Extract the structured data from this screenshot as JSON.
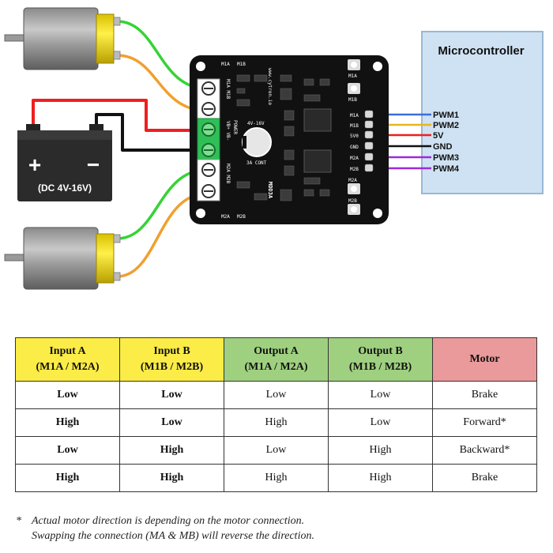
{
  "diagram": {
    "microcontroller": {
      "title": "Microcontroller",
      "pins": [
        "PWM1",
        "PWM2",
        "5V",
        "GND",
        "PWM3",
        "PWM4"
      ]
    },
    "battery": {
      "plus": "+",
      "minus": "−",
      "label": "(DC 4V-16V)"
    },
    "board": {
      "top_labels": [
        "M1A",
        "M1B"
      ],
      "bottom_labels": [
        "M2A",
        "M2B"
      ],
      "header_pins": [
        "M1A",
        "M1B",
        "5V0",
        "GND",
        "M2A",
        "M2B"
      ],
      "button_labels": [
        "M1A",
        "M1B",
        "M2A",
        "M2B"
      ],
      "terminal_top": "M1A M1B",
      "terminal_power": "VB+ VB-",
      "terminal_bottom": "M2A M2B",
      "power_text": "POWER",
      "voltage_text": "4V-16V",
      "current_text": "3A CONT",
      "brand_text": "www.cytron.io",
      "model_text": "MDD3A"
    },
    "colors": {
      "board": "#111111",
      "terminal_block": "#2fbf57",
      "microcontroller_fill": "#cfe2f3",
      "wire_green": "#35d335",
      "wire_orange": "#f0a030",
      "wire_red": "#ee1f1f",
      "wire_black": "#111111",
      "wire_blue": "#3a6fd8",
      "wire_yellow": "#e8b41d",
      "wire_purple": "#9b2bd8"
    }
  },
  "table": {
    "headers": [
      {
        "line1": "Input A",
        "line2": "(M1A / M2A)",
        "color": "#fbec47"
      },
      {
        "line1": "Input B",
        "line2": "(M1B / M2B)",
        "color": "#fbec47"
      },
      {
        "line1": "Output A",
        "line2": "(M1A / M2A)",
        "color": "#9fd07f"
      },
      {
        "line1": "Output B",
        "line2": "(M1B / M2B)",
        "color": "#9fd07f"
      },
      {
        "line1": "Motor",
        "line2": "",
        "color": "#ea9a9a"
      }
    ],
    "rows": [
      [
        "Low",
        "Low",
        "Low",
        "Low",
        "Brake"
      ],
      [
        "High",
        "Low",
        "High",
        "Low",
        "Forward*"
      ],
      [
        "Low",
        "High",
        "Low",
        "High",
        "Backward*"
      ],
      [
        "High",
        "High",
        "High",
        "High",
        "Brake"
      ]
    ]
  },
  "footnote": {
    "mark": "*",
    "line1": "Actual motor direction is depending on the motor connection.",
    "line2": "Swapping the connection (MA & MB) will reverse the direction."
  }
}
